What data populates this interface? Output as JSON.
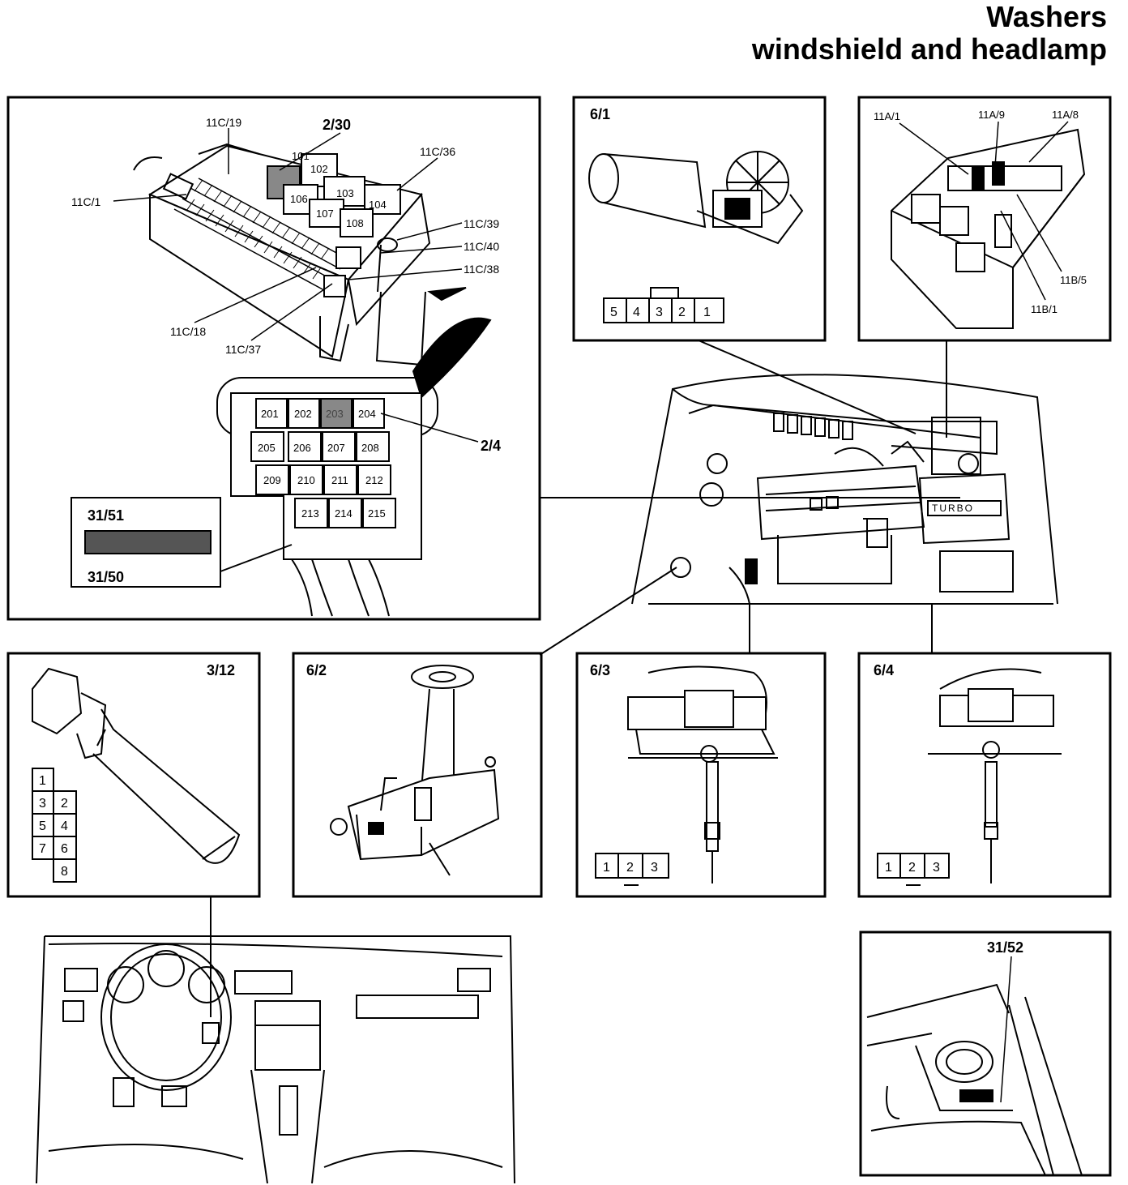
{
  "title": {
    "line1": "Washers",
    "line2": "windshield and headlamp"
  },
  "fuse_box": {
    "component_label": "2/30",
    "connector_labels": [
      "11C/19",
      "11C/36",
      "11C/1",
      "11C/39",
      "11C/40",
      "11C/38",
      "11C/18",
      "11C/37"
    ],
    "relay_numbers": [
      "101",
      "102",
      "106",
      "103",
      "104",
      "107",
      "108"
    ],
    "fuse_labels": [
      "201",
      "202",
      "203",
      "204",
      "205",
      "206",
      "207",
      "208",
      "209",
      "210",
      "211",
      "212",
      "213",
      "214",
      "215"
    ],
    "relay_box_label": "2/4",
    "connector_top": "31/51",
    "connector_bottom": "31/50"
  },
  "panel_6_1": {
    "label": "6/1",
    "pins": [
      "5",
      "4",
      "3",
      "2",
      "1"
    ]
  },
  "panel_11": {
    "connector_labels": [
      "11A/1",
      "11A/9",
      "11A/8",
      "11B/5",
      "11B/1"
    ]
  },
  "panel_3_12": {
    "label": "3/12",
    "pins": [
      "1",
      "3",
      "2",
      "5",
      "4",
      "7",
      "6",
      "8"
    ]
  },
  "panel_6_2": {
    "label": "6/2"
  },
  "panel_6_3": {
    "label": "6/3",
    "pins": [
      "1",
      "2",
      "3"
    ]
  },
  "panel_6_4": {
    "label": "6/4",
    "pins": [
      "1",
      "2",
      "3"
    ]
  },
  "panel_31_52": {
    "label": "31/52"
  },
  "turbo_badge": "TURBO"
}
